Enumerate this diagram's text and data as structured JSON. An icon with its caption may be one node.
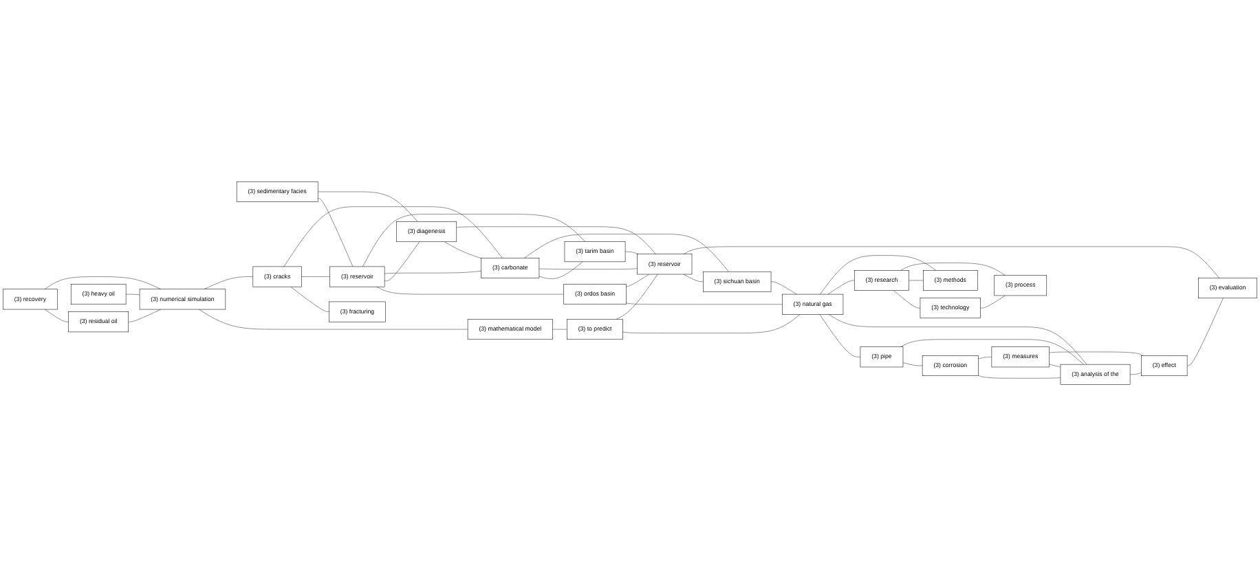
{
  "diagram": {
    "nodes": [
      {
        "text": [
          "(3) recovery"
        ]
      },
      {
        "text": [
          "(3) residual oil"
        ]
      },
      {
        "text": [
          "(3) numerical simulation"
        ]
      },
      {
        "text": [
          "(3) heavy oil"
        ]
      },
      {
        "text": [
          "(3) mathematical model"
        ]
      },
      {
        "text": [
          "(3) to predict"
        ]
      },
      {
        "text": [
          "(3) sedimentary facies"
        ]
      },
      {
        "text": [
          "(3) ordos basin"
        ]
      },
      {
        "text": [
          "(3) diagenesis"
        ]
      },
      {
        "text": [
          "(3) cracks"
        ]
      },
      {
        "text": [
          "(3) reservoir"
        ]
      },
      {
        "text": [
          "(3) reservoir"
        ]
      },
      {
        "text": [
          "(3) carbonate"
        ]
      },
      {
        "text": [
          "(3) sichuan basin"
        ]
      },
      {
        "text": [
          "(3) tarim basin"
        ]
      },
      {
        "text": [
          "(3) fracturing"
        ]
      },
      {
        "text": [
          "(3) corrosion"
        ]
      },
      {
        "text": [
          "(3) pipe"
        ]
      },
      {
        "text": [
          "(3) measures"
        ]
      },
      {
        "text": [
          "(3) analysis of the"
        ]
      },
      {
        "text": [
          "(3) effect"
        ]
      },
      {
        "text": [
          "(3) natural gas"
        ]
      },
      {
        "text": [
          "(3) evaluation"
        ]
      },
      {
        "text": [
          "(3) technology"
        ]
      },
      {
        "text": [
          "(3) methods"
        ]
      },
      {
        "text": [
          "(3) research"
        ]
      },
      {
        "text": [
          "(3) process"
        ]
      }
    ],
    "edges": [
      {
        "from": 0,
        "to": 1,
        "arrow": "none"
      },
      {
        "from": 0,
        "to": 2,
        "arrow": "none"
      },
      {
        "from": 1,
        "to": 2,
        "arrow": "none"
      },
      {
        "from": 3,
        "to": 2,
        "arrow": "none"
      },
      {
        "from": 2,
        "to": 4,
        "arrow": "none"
      },
      {
        "from": 2,
        "to": 9,
        "arrow": "none"
      },
      {
        "from": 9,
        "to": 15,
        "arrow": "none"
      },
      {
        "from": 4,
        "to": 5,
        "arrow": "none"
      },
      {
        "from": 5,
        "to": 21,
        "arrow": "none"
      },
      {
        "from": 5,
        "to": 11,
        "arrow": "none"
      },
      {
        "from": 7,
        "to": 21,
        "arrow": "none"
      },
      {
        "from": 7,
        "to": 11,
        "arrow": "none"
      },
      {
        "from": 10,
        "to": 7,
        "arrow": "none"
      },
      {
        "from": 10,
        "to": 8,
        "arrow": "none"
      },
      {
        "from": 6,
        "to": 10,
        "arrow": "none"
      },
      {
        "from": 6,
        "to": 8,
        "arrow": "none"
      },
      {
        "from": 8,
        "to": 12,
        "arrow": "none"
      },
      {
        "from": 8,
        "to": 11,
        "arrow": "none"
      },
      {
        "from": 9,
        "to": 10,
        "arrow": "none"
      },
      {
        "from": 9,
        "to": 12,
        "arrow": "none"
      },
      {
        "from": 10,
        "to": 12,
        "arrow": "none"
      },
      {
        "from": 10,
        "to": 14,
        "arrow": "none"
      },
      {
        "from": 12,
        "to": 14,
        "arrow": "none"
      },
      {
        "from": 12,
        "to": 11,
        "arrow": "none"
      },
      {
        "from": 12,
        "to": 13,
        "arrow": "none"
      },
      {
        "from": 14,
        "to": 11,
        "arrow": "none"
      },
      {
        "from": 11,
        "to": 13,
        "arrow": "none"
      },
      {
        "from": 11,
        "to": 22,
        "arrow": "none"
      },
      {
        "from": 13,
        "to": 21,
        "arrow": "none"
      },
      {
        "from": 21,
        "to": 17,
        "arrow": "none"
      },
      {
        "from": 21,
        "to": 19,
        "arrow": "none"
      },
      {
        "from": 21,
        "to": 25,
        "arrow": "none"
      },
      {
        "from": 21,
        "to": 24,
        "arrow": "none"
      },
      {
        "from": 17,
        "to": 16,
        "arrow": "none"
      },
      {
        "from": 17,
        "to": 19,
        "arrow": "none"
      },
      {
        "from": 16,
        "to": 19,
        "arrow": "none"
      },
      {
        "from": 16,
        "to": 18,
        "arrow": "none"
      },
      {
        "from": 18,
        "to": 19,
        "arrow": "none"
      },
      {
        "from": 18,
        "to": 20,
        "arrow": "none"
      },
      {
        "from": 19,
        "to": 20,
        "arrow": "none"
      },
      {
        "from": 20,
        "to": 22,
        "arrow": "none"
      },
      {
        "from": 25,
        "to": 23,
        "arrow": "none"
      },
      {
        "from": 23,
        "to": 26,
        "arrow": "none"
      },
      {
        "from": 25,
        "to": 24,
        "arrow": "none"
      },
      {
        "from": 25,
        "to": 26,
        "arrow": "none"
      }
    ]
  }
}
